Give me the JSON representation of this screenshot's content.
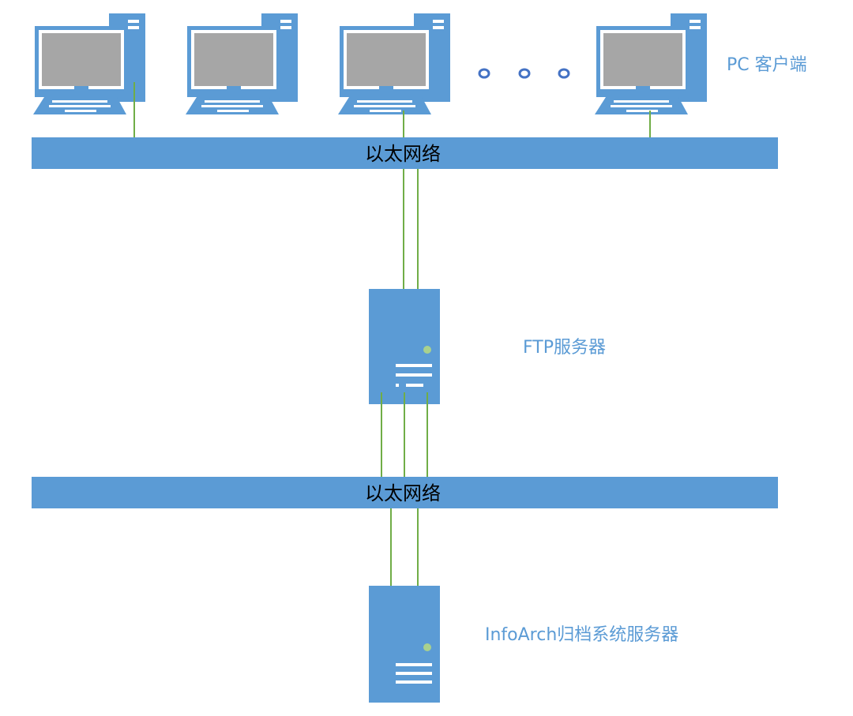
{
  "colors": {
    "blue": "#5B9BD5",
    "screen": "#A6A6A6",
    "green": "#70AD47",
    "label": "#5B9BD5",
    "dots": "#4472C4",
    "server_led": "#A9D18E"
  },
  "icons": {
    "pc": "desktop-computer-icon",
    "server": "server-tower-icon"
  },
  "labels": {
    "pc_clients": "PC 客户端",
    "ftp_server": "FTP服务器",
    "archive_server": "InfoArch归档系统服务器"
  },
  "networks": {
    "top": "以太网络",
    "bottom": "以太网络"
  },
  "ellipsis": "。。。"
}
